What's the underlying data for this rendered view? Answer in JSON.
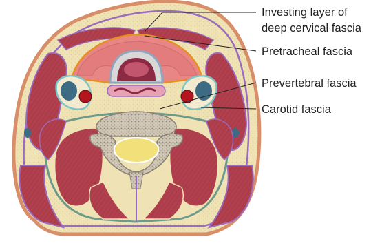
{
  "diagram": {
    "labels": [
      {
        "id": "investing",
        "lines": [
          "Investing layer of",
          "deep cervical fascia"
        ]
      },
      {
        "id": "pretracheal",
        "lines": [
          "Pretracheal fascia"
        ]
      },
      {
        "id": "prevertebral",
        "lines": [
          "Prevertebral fascia"
        ]
      },
      {
        "id": "carotid",
        "lines": [
          "Carotid fascia"
        ]
      }
    ]
  },
  "colors": {
    "skin": "#d98e6a",
    "fat": "#efe2b4",
    "muscle": "#b0404d",
    "investing_fascia": "#9b6bbf",
    "pretracheal_fascia": "#e8901f",
    "prevertebral_fascia": "#6e9a8b",
    "carotid_fascia": "#7cc6c8",
    "thyroid": "#e88585",
    "trachea_lumen": "#8c2a44",
    "esophagus": "#e7a2b4",
    "vein": "#3c6b83",
    "artery": "#b3161f",
    "bone": "#cfc6b5",
    "spinal_cord": "#f2e07a"
  }
}
